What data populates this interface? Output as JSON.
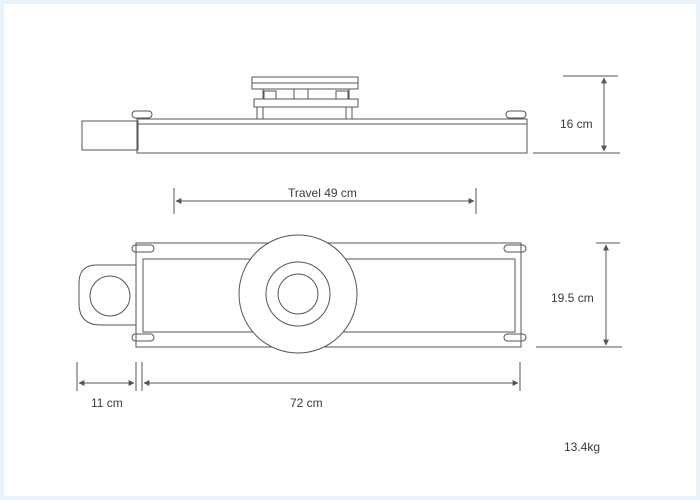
{
  "dimensions": {
    "height": "16 cm",
    "travel": "Travel 49 cm",
    "width": "19.5 cm",
    "handle_length": "11 cm",
    "rail_length": "72 cm"
  },
  "weight": "13.4kg",
  "colors": {
    "line": "#555555",
    "background": "#ffffff",
    "border": "#e9f3f9"
  }
}
